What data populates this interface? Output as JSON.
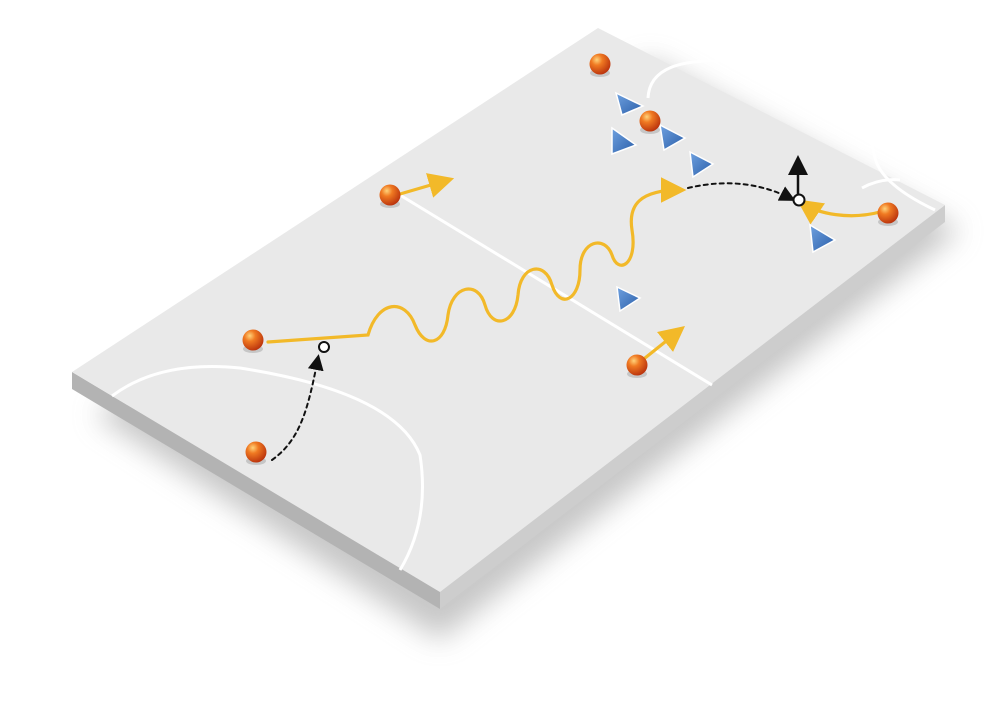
{
  "diagram": {
    "type": "handball tactics drill",
    "court": {
      "surface": "#e9e9e9",
      "side": "#c9c9c9",
      "front": "#a9a9a9",
      "lines": "#ffffff"
    },
    "colors": {
      "attacker": "#e2561c",
      "defender": "#3d76c2",
      "run_path": "#f2b929",
      "pass_path": "#111111"
    },
    "attackers": [
      {
        "id": "a1",
        "icon": "attacker-ball-icon"
      },
      {
        "id": "a2",
        "icon": "attacker-ball-icon"
      },
      {
        "id": "a3",
        "icon": "attacker-ball-icon"
      },
      {
        "id": "a4",
        "icon": "attacker-ball-icon"
      },
      {
        "id": "a5",
        "icon": "attacker-ball-icon"
      },
      {
        "id": "a6",
        "icon": "attacker-ball-icon"
      },
      {
        "id": "a7",
        "icon": "attacker-ball-icon"
      }
    ],
    "defenders": [
      {
        "id": "d1",
        "icon": "defender-triangle-icon"
      },
      {
        "id": "d2",
        "icon": "defender-triangle-icon"
      },
      {
        "id": "d3",
        "icon": "defender-triangle-icon"
      },
      {
        "id": "d4",
        "icon": "defender-triangle-icon"
      },
      {
        "id": "d5",
        "icon": "defender-triangle-icon"
      },
      {
        "id": "d6",
        "icon": "defender-triangle-icon"
      }
    ],
    "paths": {
      "run": [
        "dribble-run",
        "left-wing-run",
        "right-back-run",
        "right-wing-cut"
      ],
      "pass": [
        "pass-to-receiver",
        "pass-to-wing"
      ],
      "shot": [
        "shot-arrow"
      ]
    }
  }
}
